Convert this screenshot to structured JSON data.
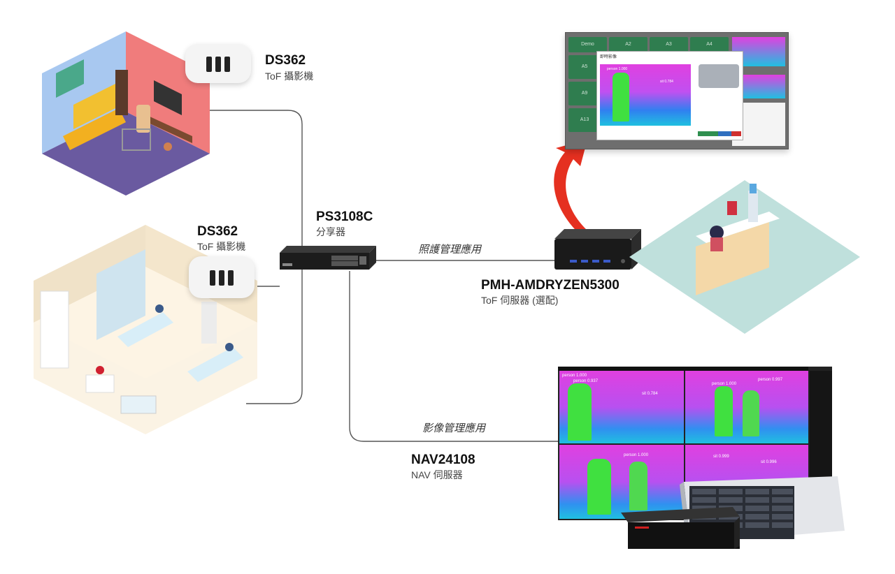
{
  "devices": {
    "cam1": {
      "name": "DS362",
      "desc": "ToF 攝影機"
    },
    "cam2": {
      "name": "DS362",
      "desc": "ToF 攝影機"
    },
    "switch": {
      "name": "PS3108C",
      "desc": "分享器"
    },
    "server": {
      "name": "PMH-AMDRYZEN5300",
      "desc": "ToF 伺服器 (選配)"
    },
    "nav": {
      "name": "NAV24108",
      "desc": "NAV 伺服器"
    }
  },
  "links": {
    "care": "照護管理應用",
    "video": "影像管理應用"
  },
  "monitor": {
    "tiles": [
      "Demo",
      "A2",
      "A3",
      "A4",
      "A5",
      "A9",
      "A13"
    ],
    "popup_title": "即時影像",
    "detections": [
      "person 1.000",
      "sit 0.784"
    ]
  },
  "nav_screen": {
    "detections": [
      "person 1.000",
      "person 0.937",
      "sit 0.784",
      "person 1.000",
      "person 0.997",
      "person 1.000",
      "sit 0.999",
      "sit 0.996"
    ]
  },
  "colors": {
    "line": "#555555",
    "arrow": "#e53020",
    "heat_magenta": "#e040e0",
    "heat_cyan": "#20c0e0",
    "heat_green": "#40e040"
  }
}
